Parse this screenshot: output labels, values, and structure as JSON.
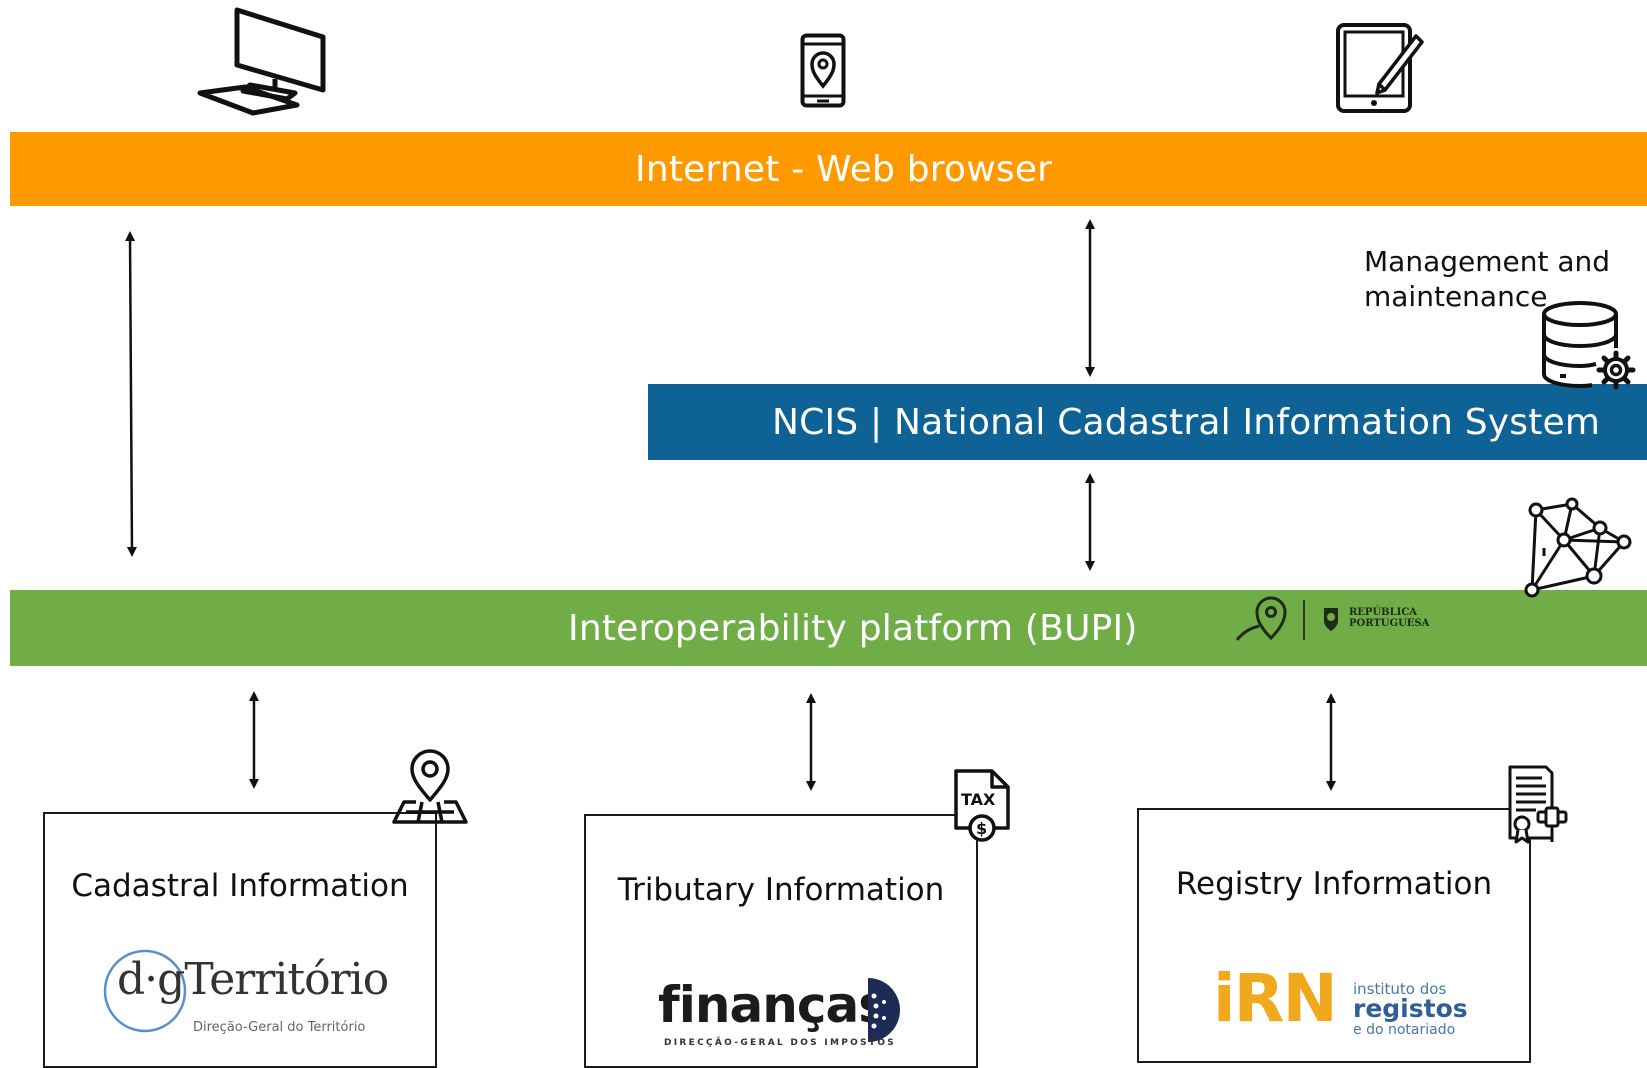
{
  "colors": {
    "internet": "#FF9900",
    "ncis": "#0F6296",
    "bupi": "#70AD47",
    "box_border": "#1a1a1a"
  },
  "devices": [
    {
      "icon": "desktop-computer-icon"
    },
    {
      "icon": "smartphone-location-icon"
    },
    {
      "icon": "tablet-edit-icon"
    }
  ],
  "layers": {
    "internet": "Internet - Web browser",
    "ncis": "NCIS | National Cadastral Information System",
    "bupi": "Interoperability platform (BUPI)"
  },
  "management": {
    "label": "Management and\nmaintenance",
    "icon": "database-gear-icon"
  },
  "network_icon": "network-graph-icon",
  "bupi_logos": {
    "republica": [
      "REPÚBLICA",
      "PORTUGUESA"
    ]
  },
  "sources": [
    {
      "title": "Cadastral Information",
      "icon": "map-pin-icon",
      "logo": {
        "main": "d·gTerritório",
        "sub": "Direção-Geral do Território"
      }
    },
    {
      "title": "Tributary Information",
      "icon": "tax-document-icon",
      "logo": {
        "main": "finanças",
        "sub": "DIRECÇÃO-GERAL DOS IMPOSTOS"
      }
    },
    {
      "title": "Registry Information",
      "icon": "certificate-icon",
      "logo": {
        "main": "iRN",
        "line1": "instituto dos",
        "line2": "registos",
        "line3": "e do notariado"
      }
    }
  ],
  "tax_icon_text": "TAX"
}
